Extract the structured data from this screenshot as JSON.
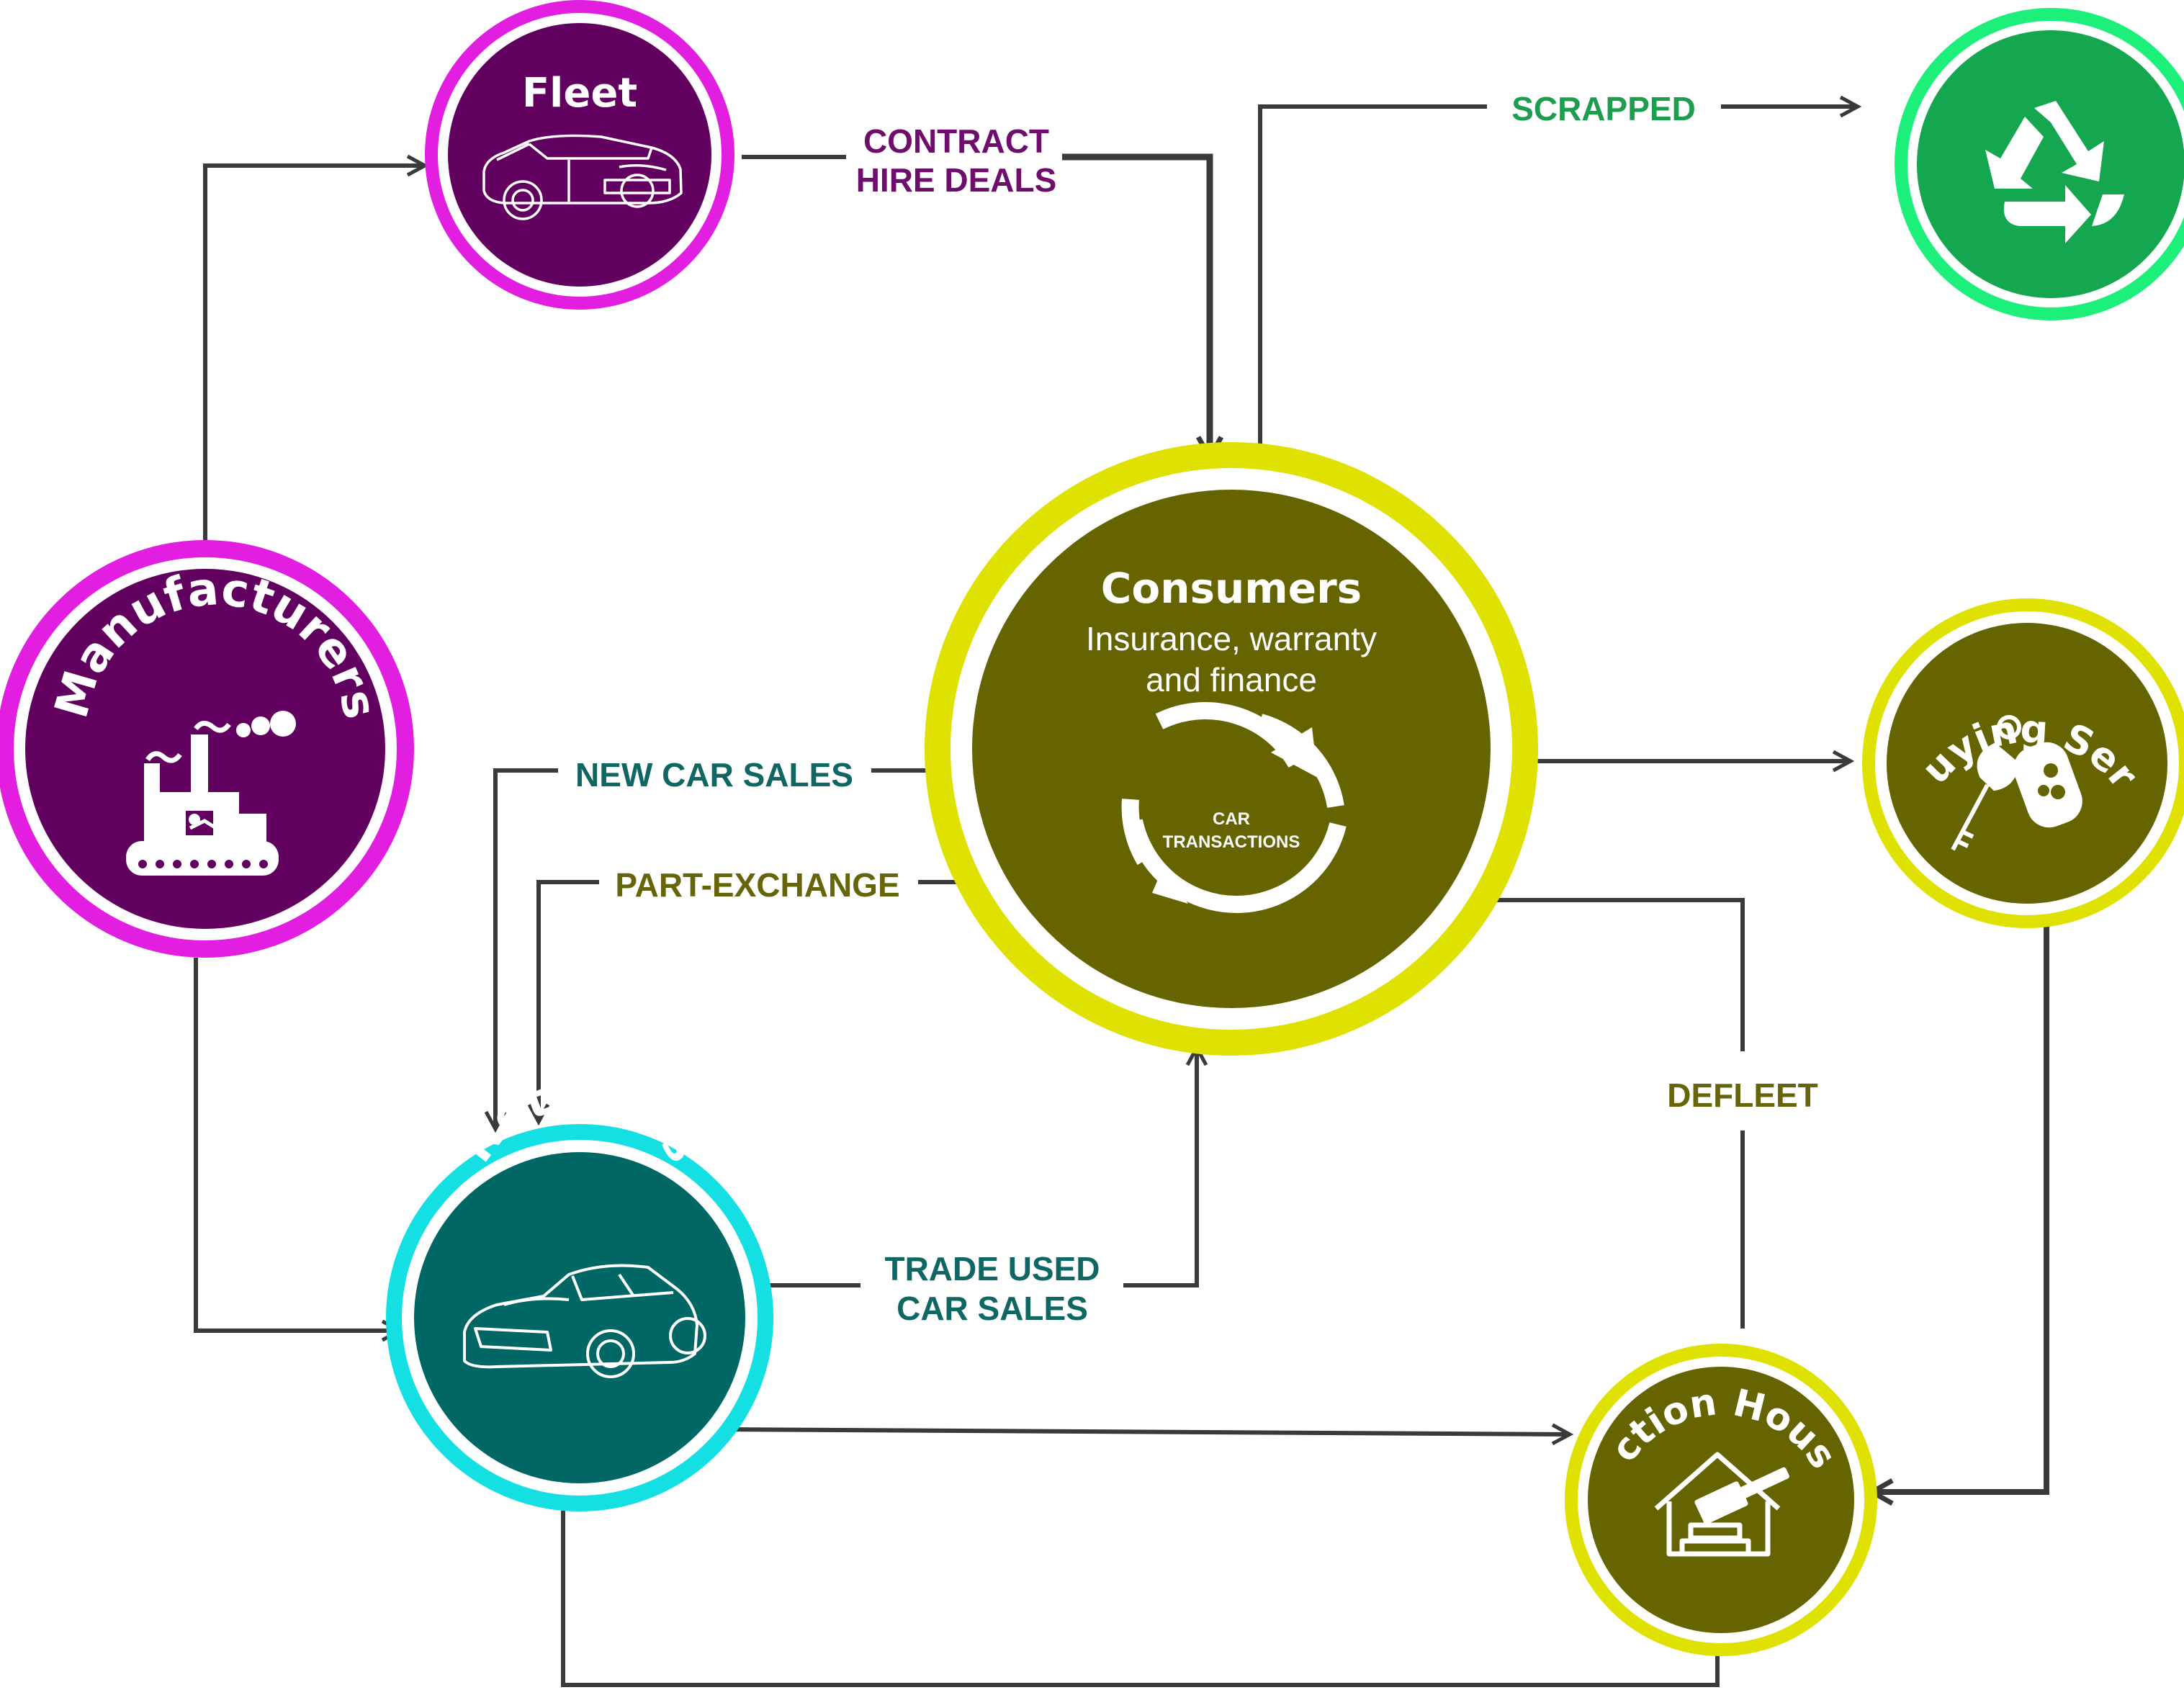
{
  "nodes": {
    "fleet": {
      "title": "Fleet",
      "icon": "car-icon"
    },
    "manufacturers": {
      "title": "Manufacturers",
      "icon": "factory-icon"
    },
    "consumers": {
      "title": "Consumers",
      "subtitle_line1": "Insurance, warranty",
      "subtitle_line2": "and finance",
      "cycle_line1": "CAR",
      "cycle_line2": "TRANSACTIONS",
      "icon": "cycle-arrows-icon"
    },
    "recycle": {
      "icon": "recycle-icon"
    },
    "car_buying_services": {
      "title": "Car Buying Services",
      "icon": "car-keys-icon"
    },
    "retailers": {
      "title": "Retailers",
      "icon": "car-icon"
    },
    "auction_houses": {
      "title": "Auction Houses",
      "icon": "auction-house-icon"
    }
  },
  "labels": {
    "contract_line1": "CONTRACT",
    "contract_line2": "HIRE DEALS",
    "scrapped": "SCRAPPED",
    "new_car_sales": "NEW CAR SALES",
    "part_exchange": "PART-EXCHANGE",
    "defleet": "DEFLEET",
    "trade_line1": "TRADE USED",
    "trade_line2": "CAR SALES"
  },
  "colors": {
    "purple_fill": "#62005f",
    "magenta_ring": "#e21ee0",
    "olive_fill": "#656400",
    "yellow_ring": "#dfe100",
    "teal_fill": "#006764",
    "cyan_ring": "#14e0e4",
    "green_fill": "#15a650",
    "green_ring": "#1cf07a",
    "line": "#3a3a3a",
    "label_purple": "#6f0d6c",
    "label_green": "#1f9d4f",
    "label_teal": "#0f6764",
    "label_olive": "#67650a"
  }
}
